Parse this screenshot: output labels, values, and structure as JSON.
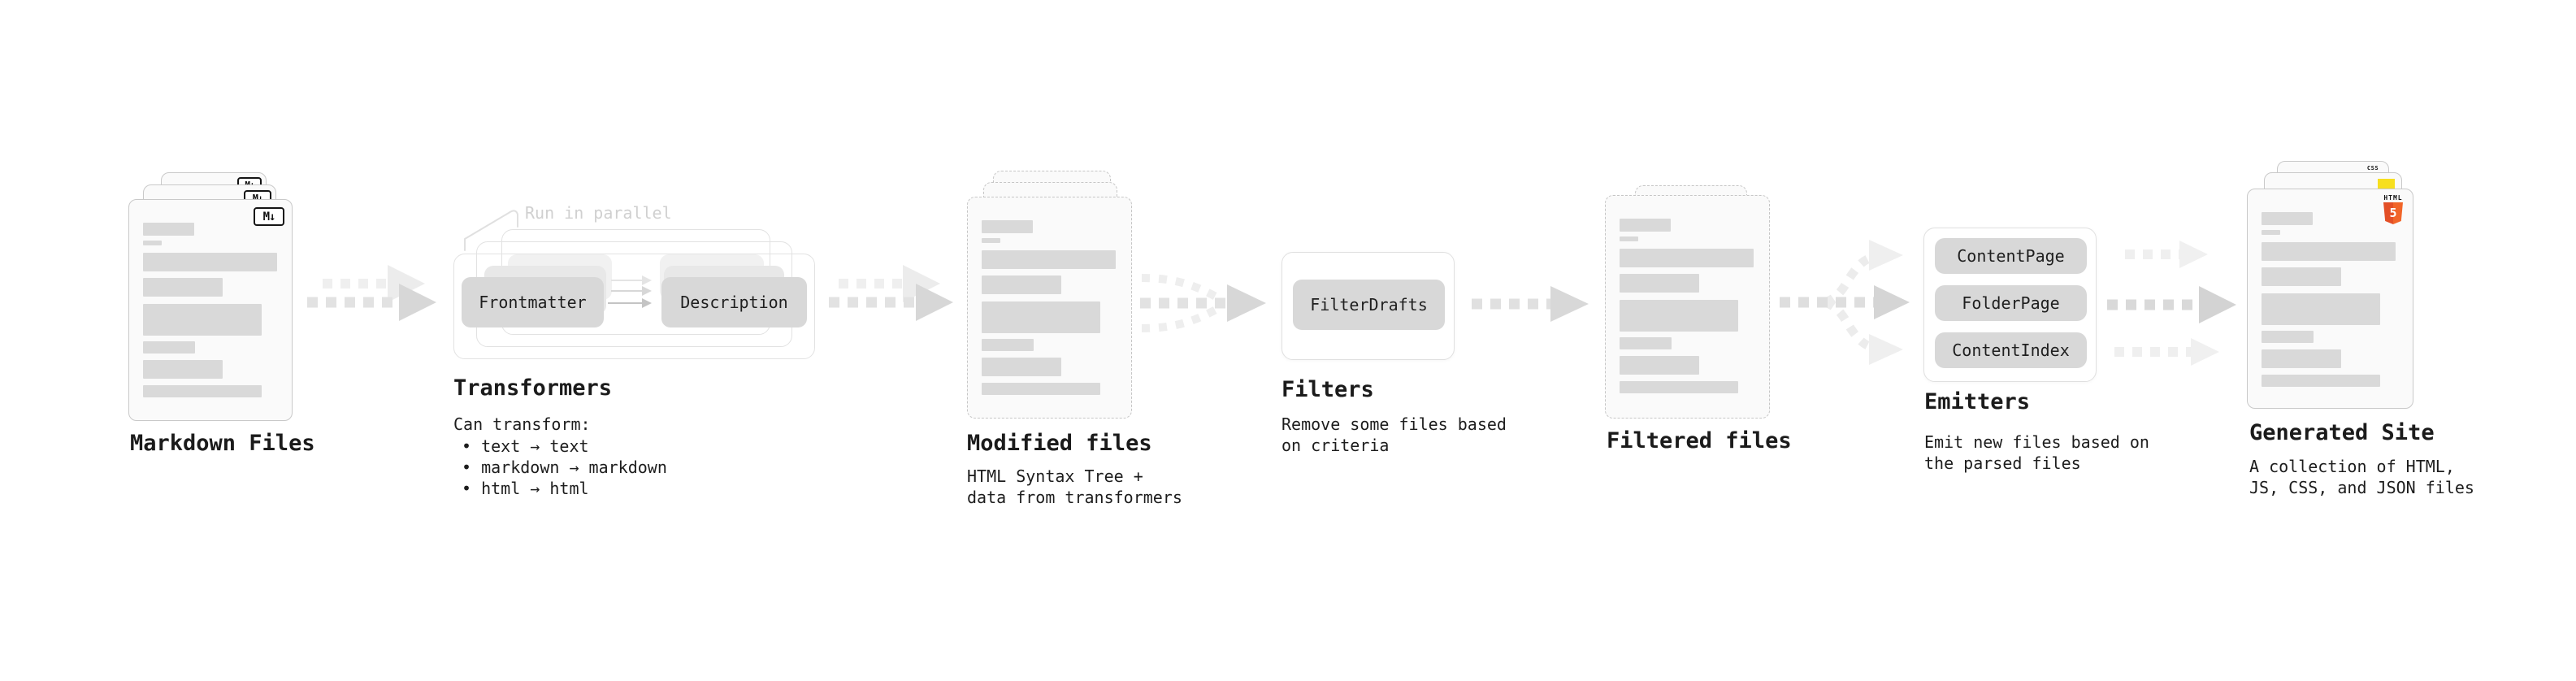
{
  "stages": {
    "markdown_files": {
      "title": "Markdown Files"
    },
    "transformers": {
      "title": "Transformers",
      "annotation": "Run in parallel",
      "pill_left": "Frontmatter",
      "pill_right": "Description",
      "subtitle": "Can transform:",
      "bullets": [
        "• text → text",
        "• markdown → markdown",
        "• html → html"
      ]
    },
    "modified_files": {
      "title": "Modified files",
      "subtitle": "HTML Syntax Tree +\ndata from transformers"
    },
    "filters": {
      "title": "Filters",
      "pill": "FilterDrafts",
      "subtitle": "Remove some files based\non criteria"
    },
    "filtered_files": {
      "title": "Filtered files"
    },
    "emitters": {
      "title": "Emitters",
      "pills": [
        "ContentPage",
        "FolderPage",
        "ContentIndex"
      ],
      "subtitle": "Emit new files based on\nthe parsed files"
    },
    "generated_site": {
      "title": "Generated Site",
      "subtitle": "A collection of HTML,\nJS, CSS, and JSON files"
    }
  },
  "icons": {
    "markdown_badge": "M↓",
    "html5_label": "HTML",
    "html5_number": "5",
    "css_label": "CSS"
  },
  "colors": {
    "background": "#ffffff",
    "page_fill": "#fafafa",
    "page_border": "#c9c9c9",
    "placeholder_bar": "#d9d9d9",
    "pill_fill": "#d8d8d8",
    "arrow_dark": "#d7d7d7",
    "arrow_light": "#ececec",
    "annotation_text": "#d0d0d0",
    "text_primary": "#1c1c1c",
    "html5_orange": "#e34f26",
    "js_yellow": "#f7df1e",
    "css_blue": "#2965f1"
  }
}
